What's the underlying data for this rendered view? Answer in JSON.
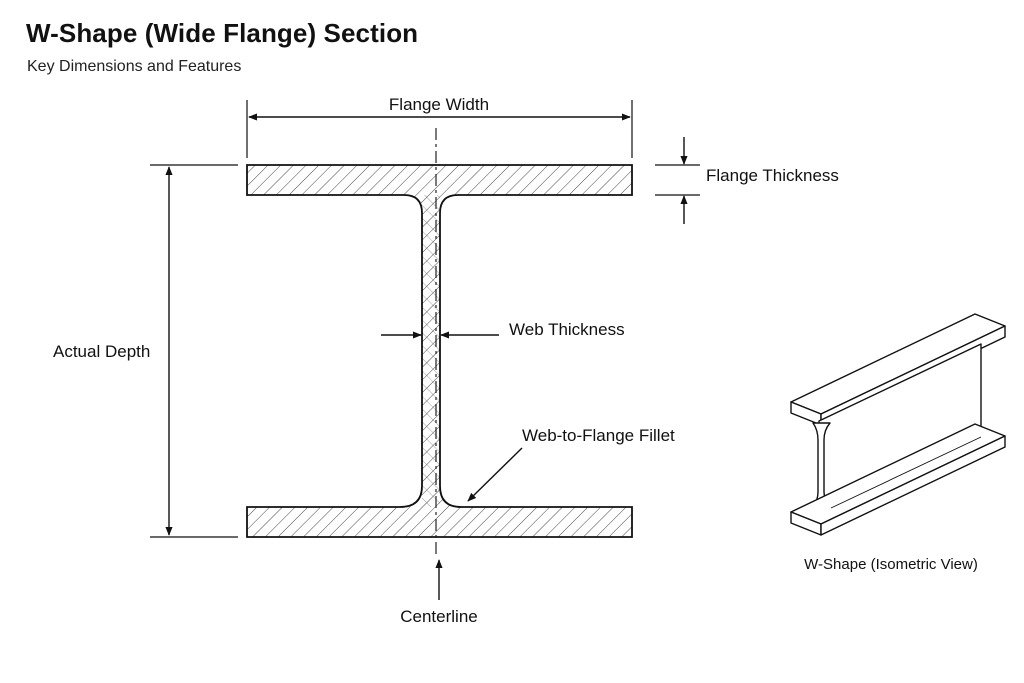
{
  "header": {
    "title": "W-Shape (Wide Flange) Section",
    "subtitle": "Key Dimensions and Features"
  },
  "labels": {
    "flange_width": "Flange Width",
    "flange_thickness": "Flange Thickness",
    "actual_depth": "Actual Depth",
    "web_thickness": "Web Thickness",
    "fillet": "Web-to-Flange Fillet",
    "centerline": "Centerline",
    "isometric_caption": "W-Shape (Isometric View)"
  }
}
